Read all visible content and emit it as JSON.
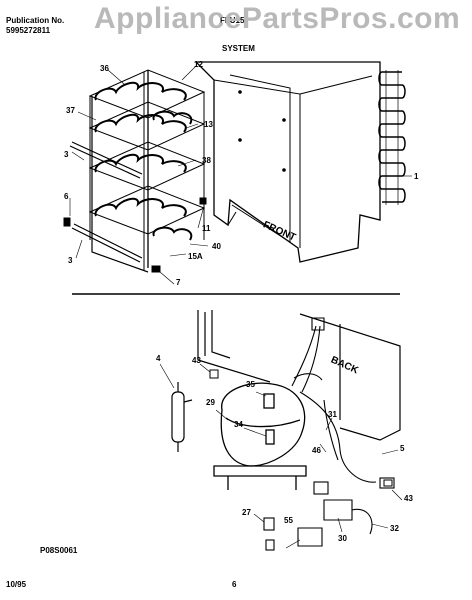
{
  "header": {
    "publication_label": "Publication No.",
    "publication_number": "5995272811",
    "model_partial": "FFU15",
    "section_title": "SYSTEM"
  },
  "watermark": "AppliancePartsPros.com",
  "upper_diagram": {
    "labels": [
      "36",
      "12",
      "37",
      "13",
      "3",
      "38",
      "6",
      "11",
      "40",
      "15A",
      "3",
      "7",
      "1"
    ],
    "cabinet_text": "FRONT"
  },
  "lower_diagram": {
    "labels": [
      "4",
      "43",
      "35",
      "29",
      "34",
      "31",
      "46",
      "5",
      "43",
      "27",
      "55",
      "30",
      "32"
    ],
    "cabinet_text": "BACK"
  },
  "footer": {
    "drawing_code": "P08S0061",
    "date": "10/95",
    "page": "6"
  }
}
